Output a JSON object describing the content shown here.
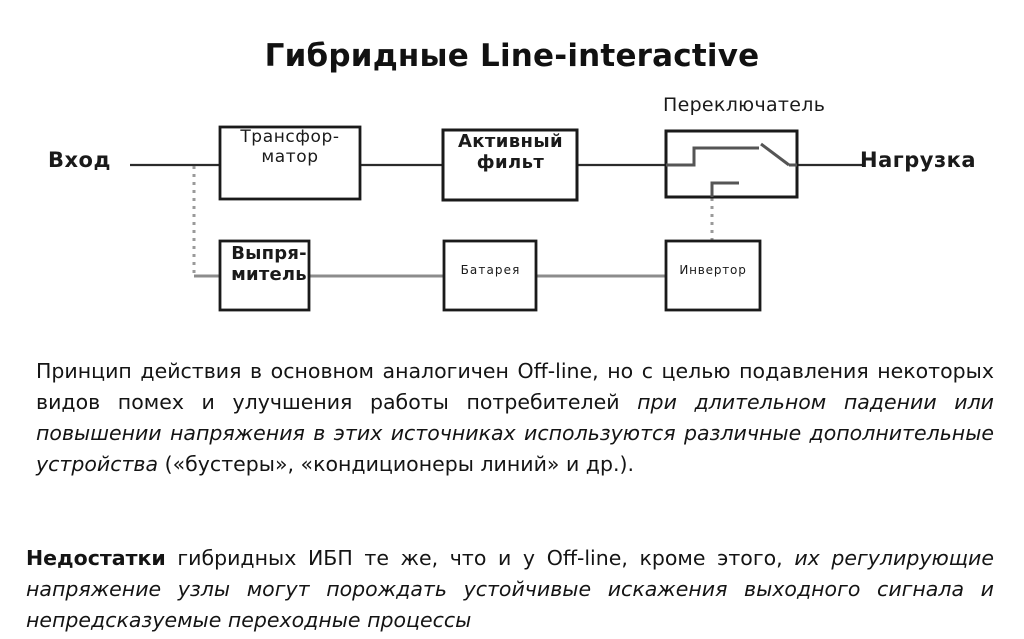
{
  "slide": {
    "title": "Гибридные Line-interactive"
  },
  "diagram": {
    "input_label": "Вход",
    "output_label": "Нагрузка",
    "switch_caption": "Переключатель",
    "blocks": {
      "transformer": {
        "line1": "Трансфор-",
        "line2": "матор"
      },
      "active_filter": {
        "line1": "Активный",
        "line2": "фильт"
      },
      "rectifier": {
        "line1": "Выпря-",
        "line2": "митель"
      },
      "battery": {
        "line1": "Батарея"
      },
      "inverter": {
        "line1": "Инвертор"
      }
    },
    "colors": {
      "block_stroke": "#1a1a1a",
      "wire_top": "#2b2b2b",
      "wire_bottom": "#8c8c8c",
      "dotted": "#9a9a9a",
      "switch_symbol": "#555555"
    }
  },
  "body": {
    "paragraph1": {
      "run1": "Принцип действия в основном аналогичен Off-line, но с целью подавления некоторых видов помех и улучшения работы потребителей ",
      "run2_italic": "при длительном падении или повышении напряжения в этих источниках используются различные дополнительные устройства",
      "run3": " («бустеры», «кондиционеры линий» и др.)."
    },
    "paragraph2": {
      "run1_bold": " Недостатки",
      "run2": " гибридных ИБП те же, что и у Off-line, кроме этого, ",
      "run3_italic": "их регулирующие напряжение узлы могут порождать устойчивые искажения выходного сигнала и непредсказуемые переходные процессы"
    }
  }
}
